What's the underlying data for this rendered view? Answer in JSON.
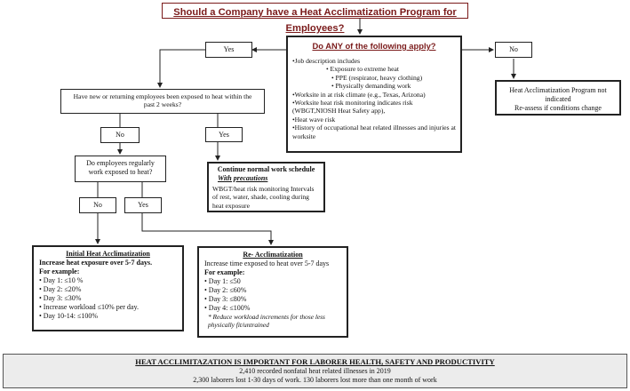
{
  "title": "Should a Company have a Heat Acclimatization Program for Employees?",
  "criteria": {
    "heading": "Do ANY of the following apply?",
    "items": [
      "•Job description includes",
      "• Exposure to extreme heat",
      "• PPE (respirator, heavy clothing)",
      "• Physically demanding work",
      "•Worksite in at risk climate (e.g., Texas, Arizona)",
      "•Worksite heat risk monitoring indicates risk (WBGT,NIOSH Heat Safety app),",
      "•Heat wave risk",
      "•History of occupational heat related illnesses and injuries at worksite"
    ]
  },
  "labels": {
    "yes": "Yes",
    "no": "No"
  },
  "no_program": {
    "line1": "Heat Acclimatization Program not indicated",
    "line2": "Re-assess if conditions change"
  },
  "question1": "Have new or returning employees been exposed to heat within the past 2 weeks?",
  "question2": "Do employees regularly work exposed to heat?",
  "continue_box": {
    "heading": "Continue normal work schedule",
    "subheading": "With precautions",
    "body": "WBGT/heat risk monitoring Intervals of rest, water, shade, cooling during heat exposure"
  },
  "initial": {
    "heading": "Initial Heat Acclimatization",
    "line1": "Increase heat exposure over 5-7 days.",
    "example": "For example:",
    "items": [
      "• Day 1: ≤10 %",
      "• Day 2: ≤20%",
      "• Day 3: ≤30%",
      "• Increase workload ≤10% per day.",
      "• Day 10-14: ≤100%"
    ]
  },
  "reacclim": {
    "heading": "Re- Acclimatization",
    "line1": "Increase time exposed to heat over 5-7 days",
    "example": "For example:",
    "items": [
      "• Day 1: ≤50",
      "• Day 2: ≤60%",
      "• Day 3: ≤80%",
      "• Day 4: ≤100%"
    ],
    "note": "* Reduce workload increments for those less physically fit/untrained"
  },
  "footer": {
    "heading": "HEAT ACCLIMITAZATION IS IMPORTANT FOR LABORER HEALTH, SAFETY AND PRODUCTIVITY",
    "line1": "2,410 recorded nonfatal heat related illnesses in 2019",
    "line2": "2,300 laborers lost 1-30 days of work. 130 laborers lost more than one month of work"
  }
}
